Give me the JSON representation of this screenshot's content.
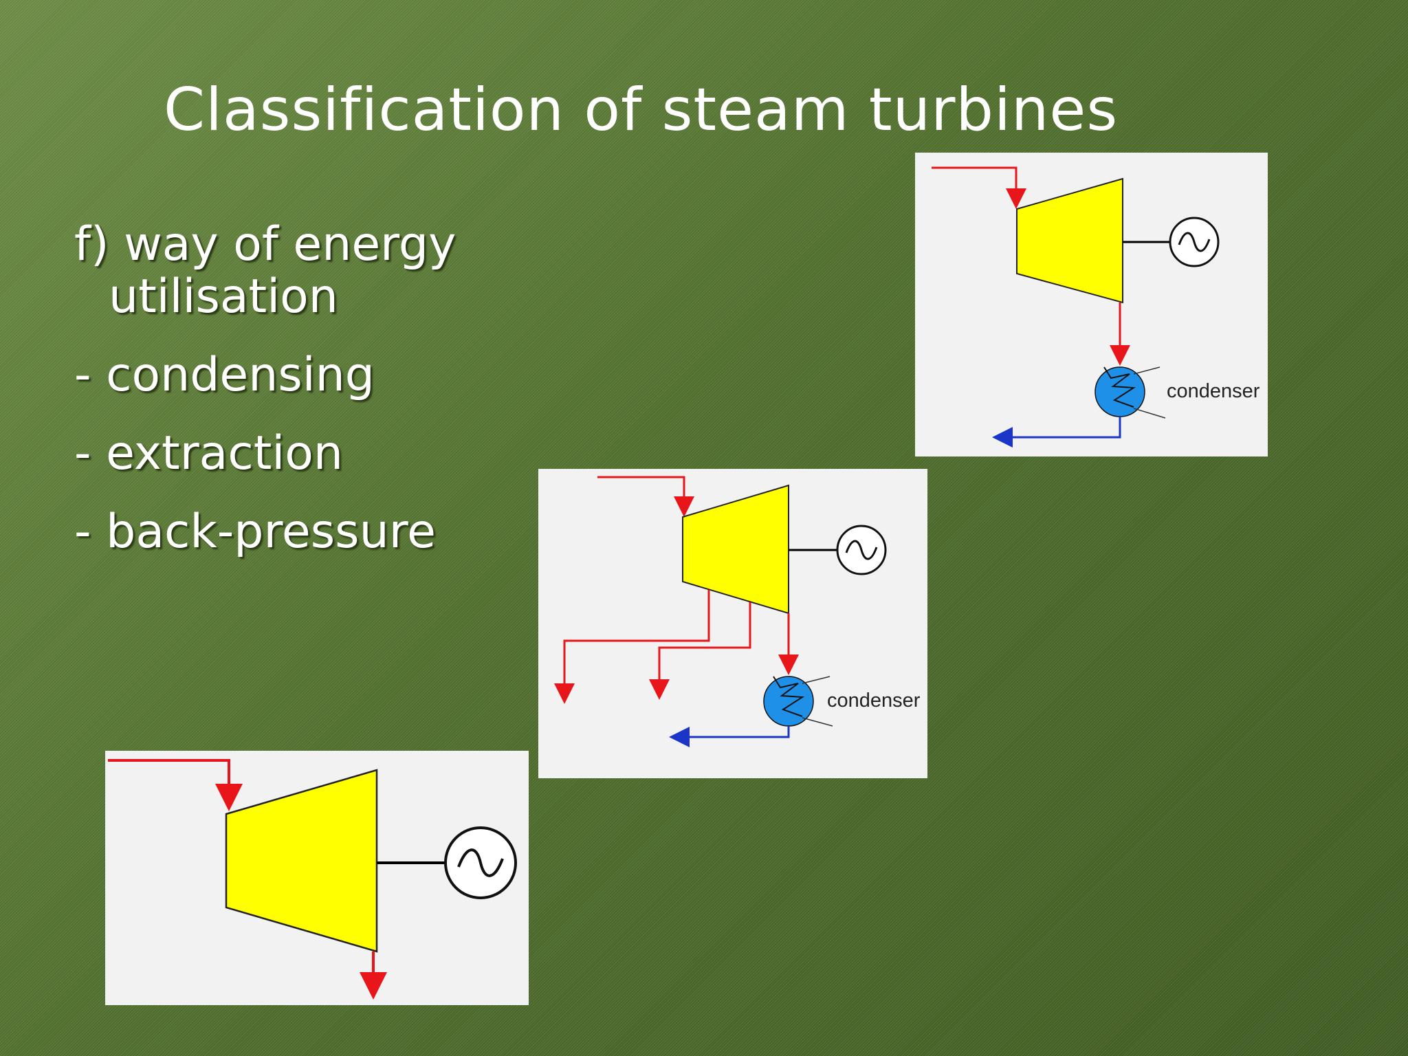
{
  "slide": {
    "title": "Classification of steam turbines",
    "bullets": [
      "f) way of energy utilisation",
      "- condensing",
      "- extraction",
      "- back-pressure"
    ]
  },
  "diagrams": {
    "condensing": {
      "condenser_label": "condenser"
    },
    "extraction": {
      "condenser_label": "condenser"
    },
    "back_pressure": {}
  },
  "colors": {
    "background": "#4f6d2c",
    "turbine_fill": "#ffff00",
    "steam_line": "#e8161b",
    "water_line": "#1a35c8",
    "condenser_fill": "#1e90e8",
    "panel_bg": "#f2f2f2"
  }
}
